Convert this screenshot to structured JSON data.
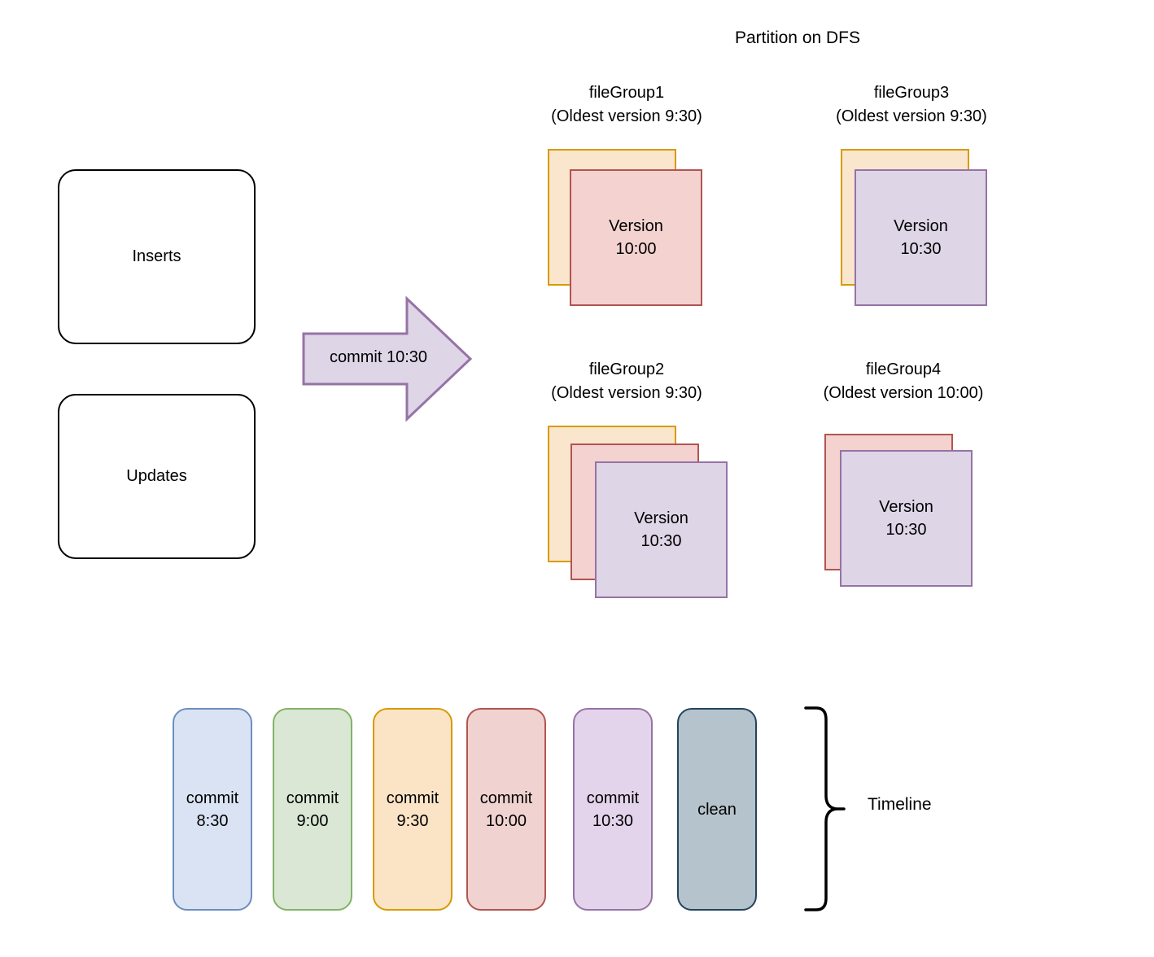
{
  "diagram": {
    "title": "Partition on DFS",
    "sources": [
      {
        "label": "Inserts"
      },
      {
        "label": "Updates"
      }
    ],
    "arrow": {
      "label": "commit 10:30"
    },
    "file_groups": [
      {
        "name": "fileGroup1",
        "oldest": "(Oldest version 9:30)",
        "cards": [
          {
            "color": "orange",
            "text": ""
          },
          {
            "color": "red",
            "text": "Version\n10:00"
          }
        ]
      },
      {
        "name": "fileGroup3",
        "oldest": "(Oldest version 9:30)",
        "cards": [
          {
            "color": "orange",
            "text": ""
          },
          {
            "color": "purple",
            "text": "Version\n10:30"
          }
        ]
      },
      {
        "name": "fileGroup2",
        "oldest": "(Oldest version 9:30)",
        "cards": [
          {
            "color": "orange",
            "text": ""
          },
          {
            "color": "red",
            "text": ""
          },
          {
            "color": "purple",
            "text": "Version\n10:30"
          }
        ]
      },
      {
        "name": "fileGroup4",
        "oldest": "(Oldest version 10:00)",
        "cards": [
          {
            "color": "red",
            "text": ""
          },
          {
            "color": "purple",
            "text": "Version\n10:30"
          }
        ]
      }
    ],
    "timeline": {
      "label": "Timeline",
      "bars": [
        {
          "text": "commit\n8:30",
          "color": "blue"
        },
        {
          "text": "commit\n9:00",
          "color": "green"
        },
        {
          "text": "commit\n9:30",
          "color": "orange"
        },
        {
          "text": "commit\n10:00",
          "color": "red"
        },
        {
          "text": "commit\n10:30",
          "color": "purple"
        },
        {
          "text": "clean",
          "color": "slate"
        }
      ]
    }
  },
  "colors": {
    "orange_fill": "#fae5cd",
    "orange_border": "#d79b00",
    "red_fill": "#f3d2d0",
    "red_border": "#b25450",
    "purple_fill": "#ded5e7",
    "purple_border": "#9673a6",
    "blue_fill": "#dae3f3",
    "blue_border": "#6c8ebf",
    "green_fill": "#d9e7d4",
    "green_border": "#82b366",
    "slate_fill": "#b5c3cc",
    "slate_border": "#23445d",
    "stroke": "#000000"
  }
}
